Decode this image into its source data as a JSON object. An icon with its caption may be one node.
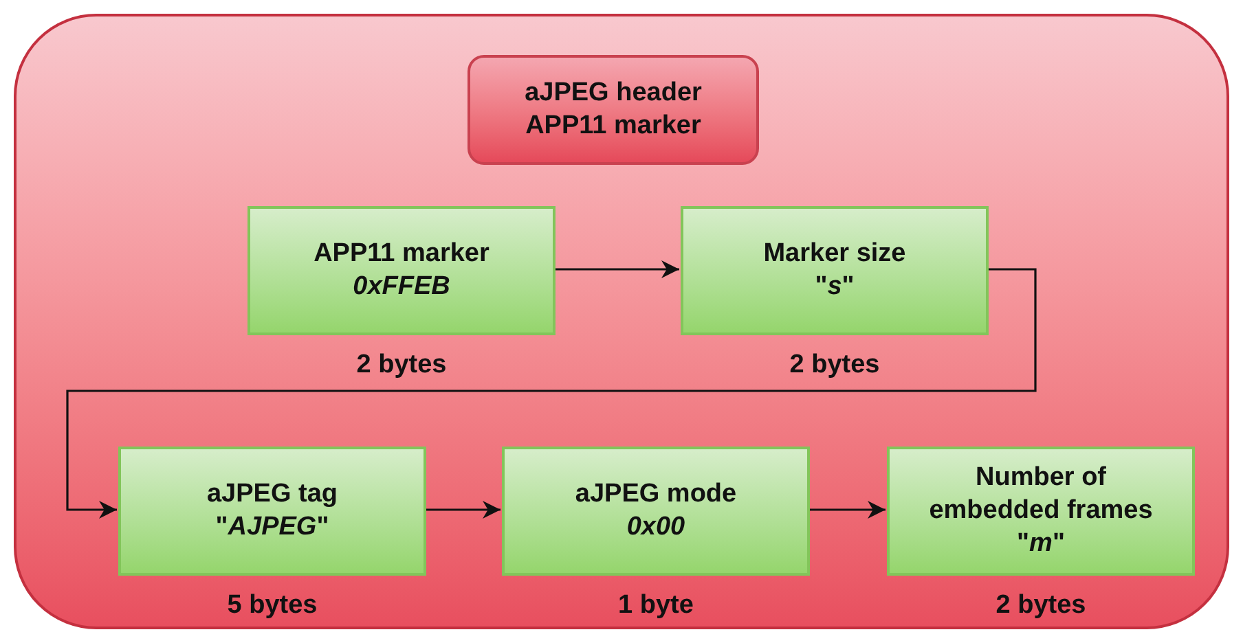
{
  "diagram": {
    "nodes": [
      {
        "text": [],
        "shape": "box"
      },
      {
        "text": [
          "aJPEG header APP11 marker"
        ],
        "in": 0
      },
      {
        "text": [
          "APP11 marker",
          "*0xFFEB*"
        ],
        "in": 0,
        "beside": [
          "2 bytes"
        ]
      },
      {
        "text": [
          "Marker size",
          "\"*s*\""
        ],
        "in": 0,
        "beside": [
          "2 bytes"
        ]
      },
      {
        "text": [
          "aJPEG tag",
          "\"*AJPEG*\""
        ],
        "in": 0,
        "beside": [
          "5 bytes"
        ]
      },
      {
        "text": [
          "aJPEG mode",
          "*0x00*"
        ],
        "in": 0,
        "beside": [
          "1 byte"
        ]
      },
      {
        "text": [
          "Number of embedded frames",
          "\"*m*\""
        ],
        "in": 0,
        "beside": [
          "2 bytes"
        ]
      }
    ],
    "edges": [
      {
        "from": 2,
        "to": 3,
        "arrow": "to"
      },
      {
        "from": 3,
        "to": 4,
        "arrow": "to"
      },
      {
        "from": 4,
        "to": 5,
        "arrow": "to"
      },
      {
        "from": 5,
        "to": 6,
        "arrow": "to"
      }
    ]
  }
}
